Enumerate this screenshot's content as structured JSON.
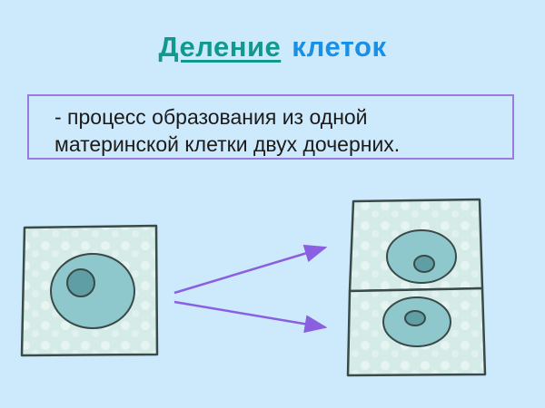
{
  "title": {
    "word1": "Деление",
    "word2": "клеток",
    "colors": {
      "word1": "#12998f",
      "word2": "#1a8fe6"
    }
  },
  "definition": {
    "line1": "- процесс образования из одной",
    "line2": "материнской клетки двух дочерних.",
    "border_color": "#9a7be0"
  },
  "diagram": {
    "mother_cell": {
      "label": "mother-cell",
      "parts": [
        "cytoplasm",
        "nucleus",
        "nucleolus"
      ]
    },
    "arrows": {
      "count": 2,
      "color": "#8a5fe0"
    },
    "daughter_cells": [
      {
        "label": "daughter-cell-top"
      },
      {
        "label": "daughter-cell-bottom"
      }
    ],
    "colors": {
      "background": "#cdeafc",
      "cell_fill": "#d7ebe9",
      "nucleus_fill": "#8ec8cc",
      "nucleolus_fill": "#5e9ea4",
      "outline": "#3a4a48"
    }
  }
}
